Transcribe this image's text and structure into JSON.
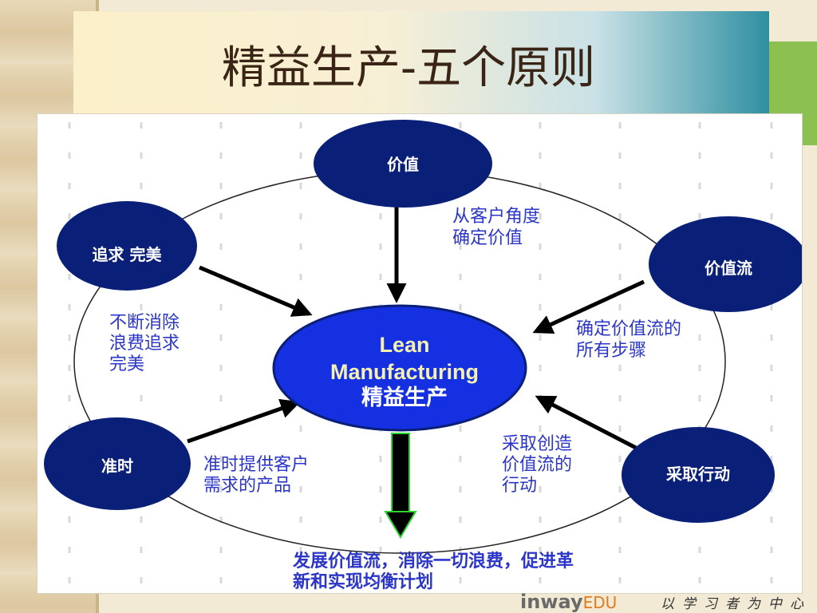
{
  "title": "精益生产-五个原则",
  "center": {
    "line1": "Lean",
    "line2": "Manufacturing",
    "line3": "精益生产"
  },
  "nodes": {
    "value": "价值",
    "value_stream": "价值流",
    "act": "采取行动",
    "jit": "准时",
    "perfect": "追求 完美"
  },
  "annotations": {
    "value": [
      "从客户角度",
      "确定价值"
    ],
    "value_stream": [
      "确定价值流的",
      "所有步骤"
    ],
    "act": [
      "采取创造",
      "价值流的",
      "行动"
    ],
    "jit": [
      "准时提供客户",
      "需求的产品"
    ],
    "perfect": [
      "不断消除",
      "浪费追求",
      "完美"
    ],
    "bottom": [
      "发展价值流，消除一切浪费，促进革",
      "新和实现均衡计划"
    ]
  },
  "footer": {
    "brand_main": "inway",
    "brand_suffix": "EDU",
    "slogan": "以学习者为中心"
  },
  "colors": {
    "node_fill": "#0a1f78",
    "center_fill": "#1430e0",
    "label_blue": "#2b35c8",
    "center_text": "#f5f0b0"
  }
}
